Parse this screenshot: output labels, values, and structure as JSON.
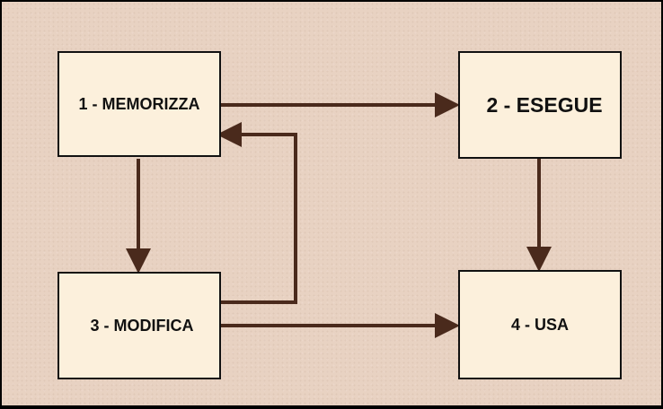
{
  "diagram": {
    "nodes": [
      {
        "id": "memorizza",
        "label": "1 - MEMORIZZA"
      },
      {
        "id": "esegue",
        "label": "2 - ESEGUE"
      },
      {
        "id": "modifica",
        "label": "3 - MODIFICA"
      },
      {
        "id": "usa",
        "label": "4 - USA"
      }
    ],
    "edges": [
      {
        "from": "memorizza",
        "to": "esegue"
      },
      {
        "from": "memorizza",
        "to": "modifica"
      },
      {
        "from": "modifica",
        "to": "memorizza"
      },
      {
        "from": "esegue",
        "to": "usa"
      },
      {
        "from": "modifica",
        "to": "usa"
      }
    ]
  },
  "colors": {
    "background": "#e8d2c2",
    "node_fill": "#fcf0dc",
    "node_border": "#111111",
    "arrow": "#4a2a1c",
    "outer_frame": "#000000"
  }
}
